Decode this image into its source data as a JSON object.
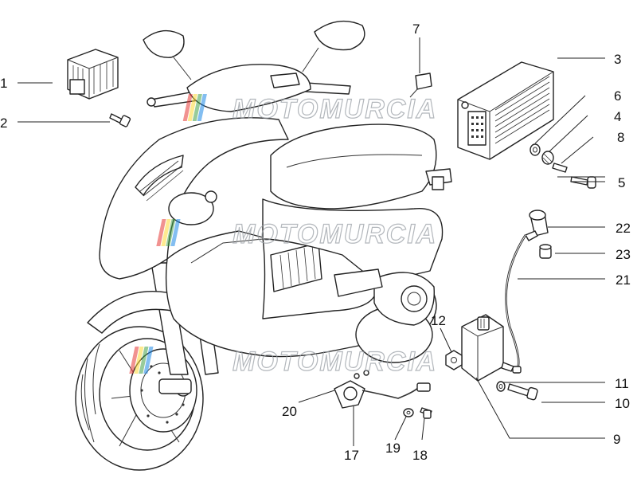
{
  "watermark": {
    "text": "MOTOMURCIA",
    "stripe_colors": [
      "#e53935",
      "#fdd835",
      "#43a047",
      "#1e88e5"
    ]
  },
  "callouts": [
    {
      "id": "1",
      "label": "1"
    },
    {
      "id": "2",
      "label": "2"
    },
    {
      "id": "3",
      "label": "3"
    },
    {
      "id": "4",
      "label": "4"
    },
    {
      "id": "5",
      "label": "5"
    },
    {
      "id": "6",
      "label": "6"
    },
    {
      "id": "7",
      "label": "7"
    },
    {
      "id": "8",
      "label": "8"
    },
    {
      "id": "9",
      "label": "9"
    },
    {
      "id": "10",
      "label": "10"
    },
    {
      "id": "11",
      "label": "11"
    },
    {
      "id": "12",
      "label": "12"
    },
    {
      "id": "17",
      "label": "17"
    },
    {
      "id": "18",
      "label": "18"
    },
    {
      "id": "19",
      "label": "19"
    },
    {
      "id": "20",
      "label": "20"
    },
    {
      "id": "21",
      "label": "21"
    },
    {
      "id": "22",
      "label": "22"
    },
    {
      "id": "23",
      "label": "23"
    }
  ]
}
